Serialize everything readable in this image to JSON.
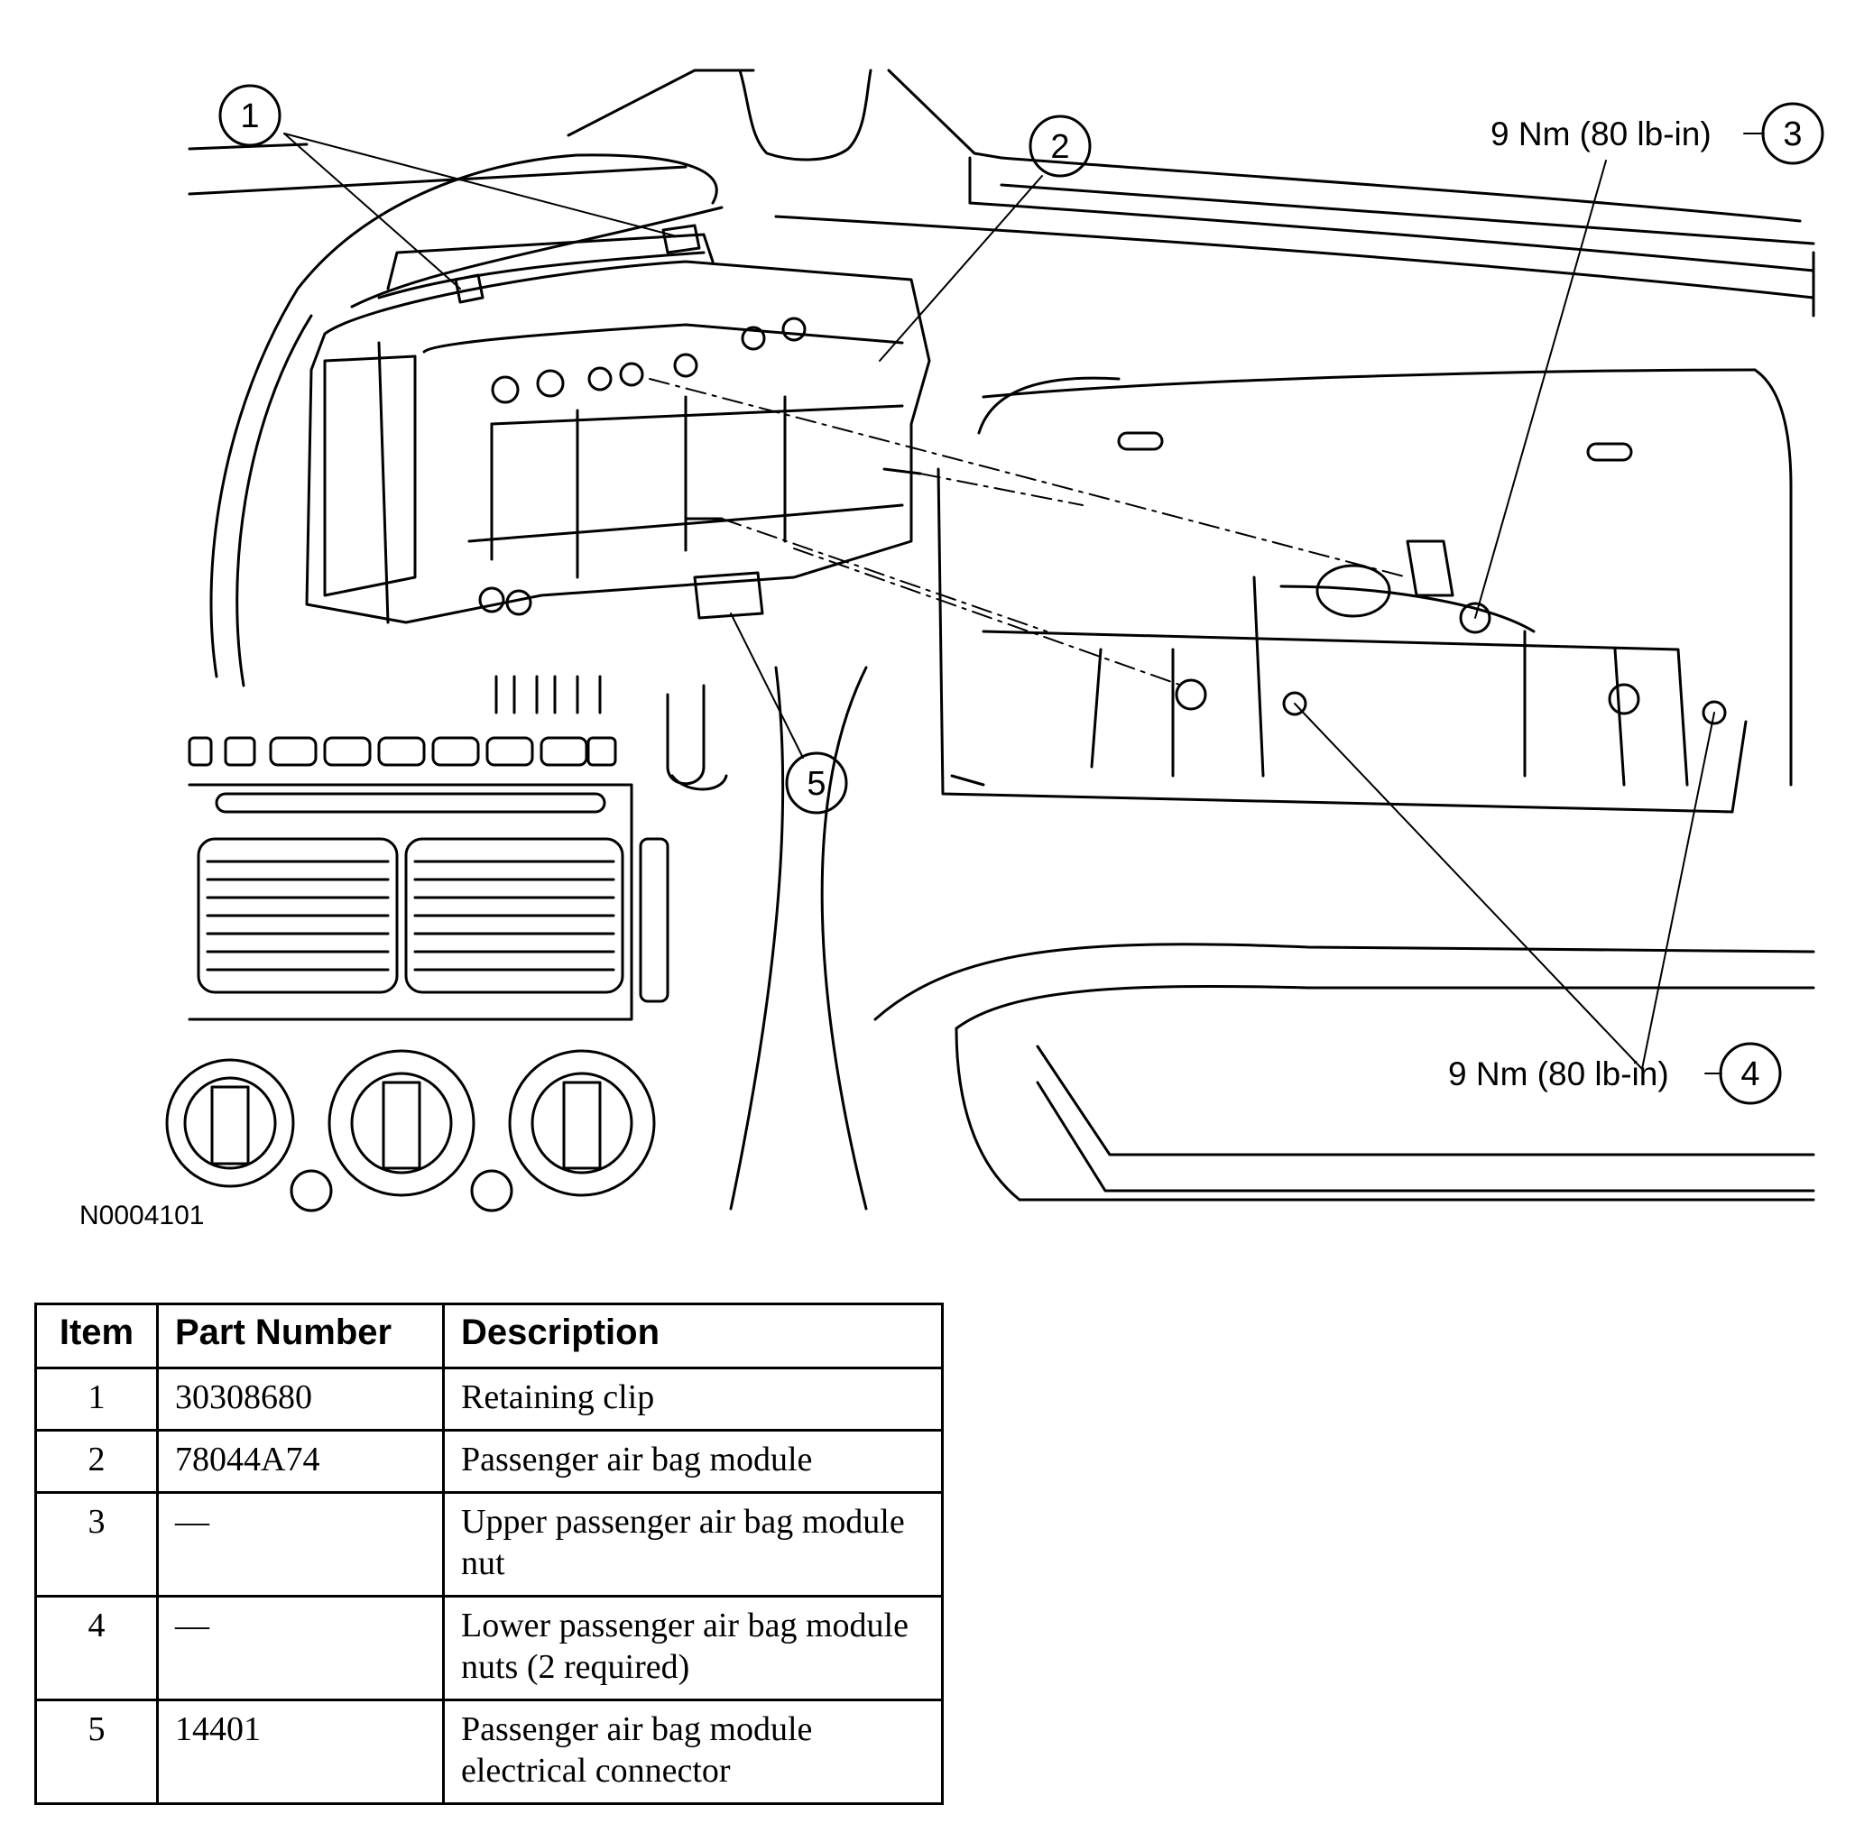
{
  "figure": {
    "id": "N0004101",
    "callouts": [
      {
        "num": "1"
      },
      {
        "num": "2"
      },
      {
        "num": "3",
        "torque": "9 Nm (80 lb-in)"
      },
      {
        "num": "4",
        "torque": "9 Nm (80 lb-in)"
      },
      {
        "num": "5"
      }
    ]
  },
  "table": {
    "headers": {
      "item": "Item",
      "part_number": "Part Number",
      "description": "Description"
    },
    "rows": [
      {
        "item": "1",
        "part_number": "30308680",
        "description": "Retaining clip"
      },
      {
        "item": "2",
        "part_number": "78044A74",
        "description": "Passenger air bag module"
      },
      {
        "item": "3",
        "part_number": "—",
        "description": "Upper passenger air bag module nut"
      },
      {
        "item": "4",
        "part_number": "—",
        "description": "Lower passenger air bag module nuts (2 required)"
      },
      {
        "item": "5",
        "part_number": "14401",
        "description": "Passenger air bag module electrical connector"
      }
    ]
  }
}
